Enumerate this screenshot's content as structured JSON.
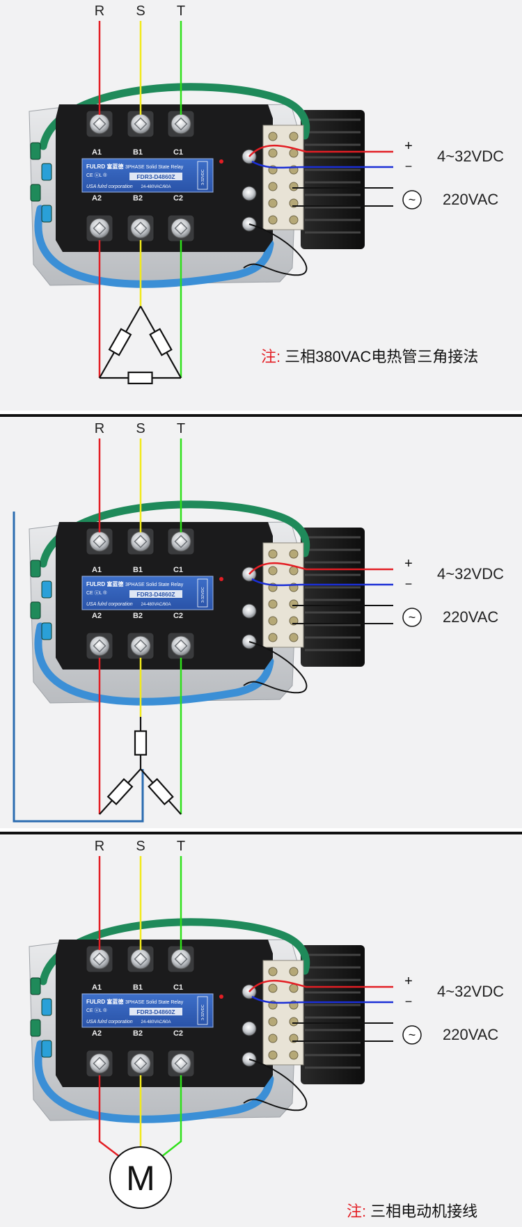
{
  "phases": [
    "R",
    "S",
    "T"
  ],
  "colors": {
    "R": "#e31e24",
    "S": "#f2ea1b",
    "T": "#2fe01a",
    "dc_pos": "#e31e24",
    "dc_neg": "#1b2fd6",
    "ac": "#111111",
    "ground": "#2b6cb0",
    "note": "#e31e24"
  },
  "relay": {
    "brand": "FULRD 富蓝德",
    "type": "3PHASE Solid State Relay",
    "model": "FDR3-D4860Z",
    "corp": "USA fulrd corporation",
    "rating": "24-480VAC/60A",
    "marks": "CE ⓤL ®",
    "side": "3-32VDC",
    "top_terminals": [
      "A1",
      "B1",
      "C1"
    ],
    "bottom_terminals": [
      "A2",
      "B2",
      "C2"
    ]
  },
  "control": {
    "plus": "+",
    "minus": "−",
    "dc_label": "4~32VDC",
    "ac_symbol": "~",
    "ac_label": "220VAC"
  },
  "panels": [
    {
      "load": "delta",
      "note_prefix": "注:",
      "note_text": "三相380VAC电热管三角接法"
    },
    {
      "load": "star",
      "note_prefix": "",
      "note_text": ""
    },
    {
      "load": "motor",
      "motor_letter": "M",
      "note_prefix": "注:",
      "note_text": "三相电动机接线"
    }
  ]
}
